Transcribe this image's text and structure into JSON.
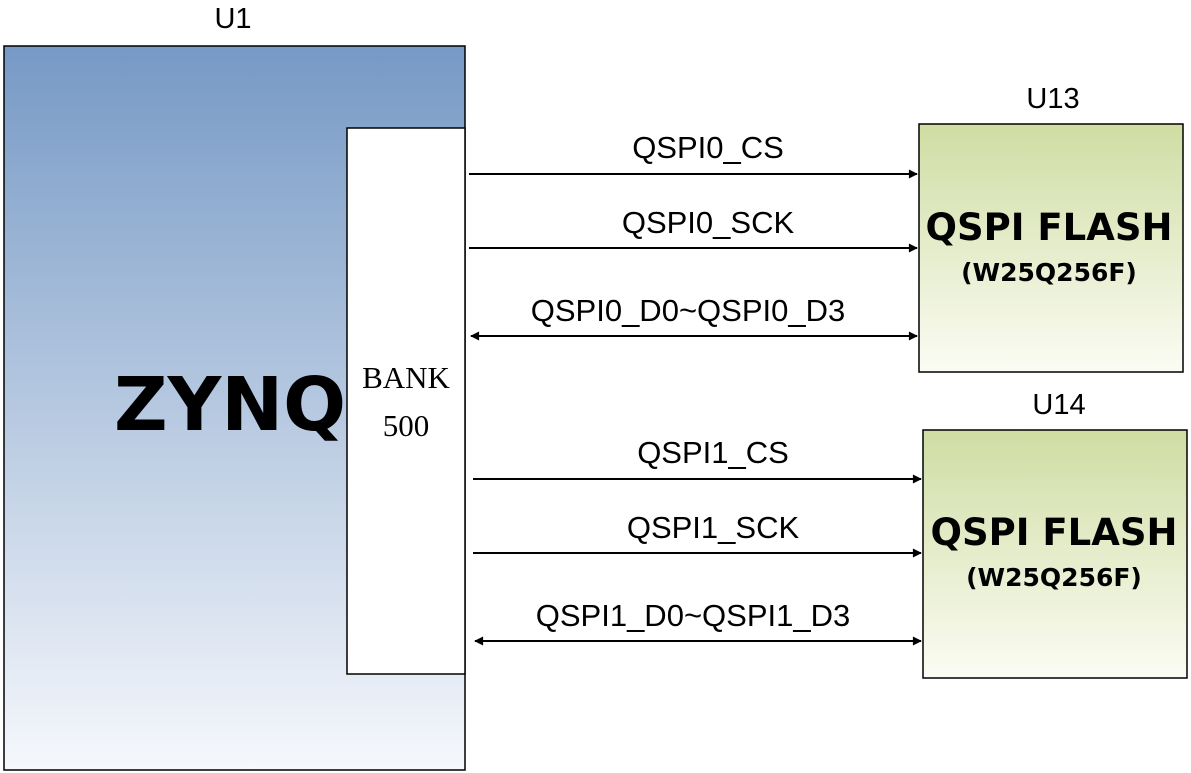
{
  "processor": {
    "ref": "U1",
    "name": "ZYNQ",
    "bank": {
      "line1": "BANK",
      "line2": "500"
    }
  },
  "flash_chips": [
    {
      "ref": "U13",
      "title": "QSPI FLASH",
      "part": "(W25Q256F)",
      "signals": {
        "cs": "QSPI0_CS",
        "sck": "QSPI0_SCK",
        "data": "QSPI0_D0~QSPI0_D3"
      }
    },
    {
      "ref": "U14",
      "title": "QSPI FLASH",
      "part": "(W25Q256F)",
      "signals": {
        "cs": "QSPI1_CS",
        "sck": "QSPI1_SCK",
        "data": "QSPI1_D0~QSPI1_D3"
      }
    }
  ],
  "colors": {
    "zynq_gradient_top": "#7699c5",
    "zynq_gradient_bottom": "#f6f8fc",
    "flash_gradient_top": "#cfdda3",
    "flash_gradient_bottom": "#fbfcf4",
    "line": "#000000"
  }
}
